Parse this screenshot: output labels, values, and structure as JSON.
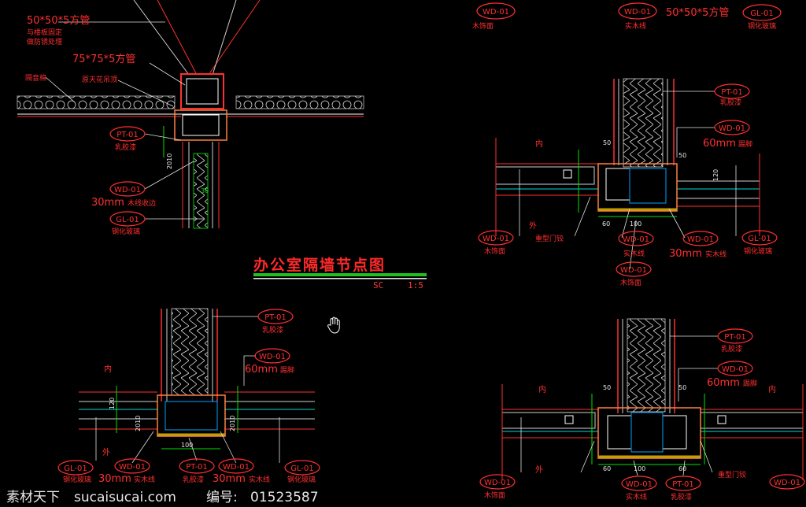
{
  "title": "办公室隔墙节点图",
  "scale_left": "SC",
  "scale_right": "1:5",
  "watermark": {
    "brand": "素材天下",
    "site": "sucaisucai.com",
    "code_label": "编号:",
    "code": "01523587"
  },
  "tags": {
    "wd": "WD-01",
    "pt": "PT-01",
    "gl": "GL-01"
  },
  "labels": {
    "steel_50": "50*50*5方管",
    "steel_75": "75*75*5方管",
    "fix_note_1": "与楼板固定",
    "fix_note_2": "做防锈处理",
    "sound_insulation": "隔音棉",
    "ceiling": "原天花吊顶",
    "latex_paint": "乳胶漆",
    "wood_strip_30": "30mm木线收边",
    "tempered_glass": "钢化玻璃",
    "wood_veneer": "木饰面",
    "door_frame": "重型门铰",
    "solid_wood": "实木线",
    "skirting_60": "60mm踢脚",
    "inside": "内",
    "outside": "外",
    "mm30": "30mm",
    "mm60": "60mm"
  },
  "colors": {
    "background": "#000000",
    "red": "#ff2020",
    "white": "#ffffff",
    "yellow": "#e8d000",
    "green": "#00e000",
    "cyan": "#00d8d8",
    "title_bar": "#20c020"
  }
}
